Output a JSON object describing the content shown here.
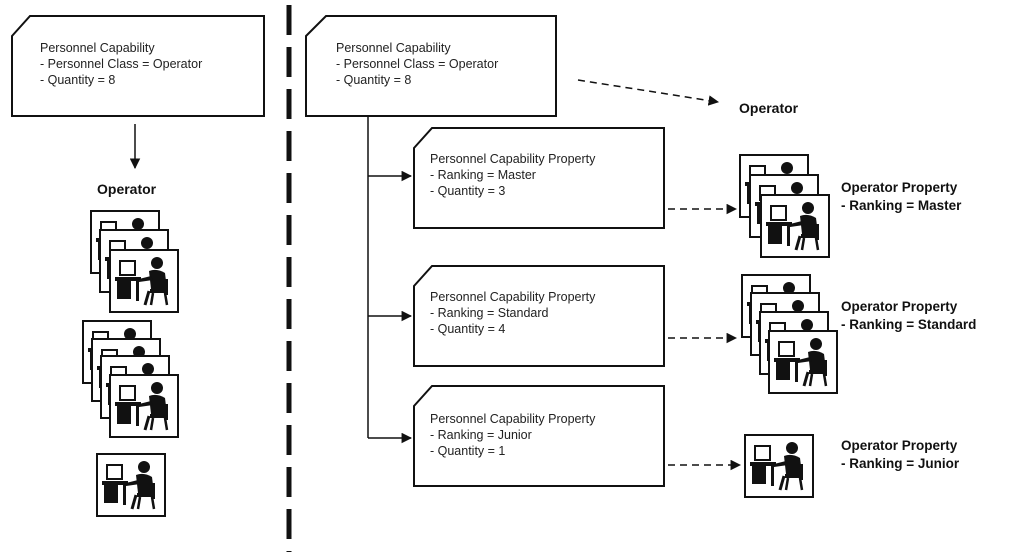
{
  "left_panel": {
    "capability_box": {
      "title": "Personnel Capability",
      "line1": "- Personnel Class = Operator",
      "line2": "- Quantity = 8"
    },
    "operator_heading": "Operator"
  },
  "right_panel": {
    "capability_box": {
      "title": "Personnel Capability",
      "line1": "- Personnel Class = Operator",
      "line2": "- Quantity = 8"
    },
    "operator_heading": "Operator",
    "property_boxes": [
      {
        "title": "Personnel Capability Property",
        "ranking": "- Ranking = Master",
        "quantity": "- Quantity = 3"
      },
      {
        "title": "Personnel Capability Property",
        "ranking": "- Ranking = Standard",
        "quantity": "- Quantity = 4"
      },
      {
        "title": "Personnel Capability Property",
        "ranking": "- Ranking = Junior",
        "quantity": "- Quantity = 1"
      }
    ],
    "operator_properties": [
      {
        "title": "Operator Property",
        "ranking": "- Ranking = Master"
      },
      {
        "title": "Operator Property",
        "ranking": "- Ranking = Standard"
      },
      {
        "title": "Operator Property",
        "ranking": "- Ranking = Junior"
      }
    ]
  }
}
